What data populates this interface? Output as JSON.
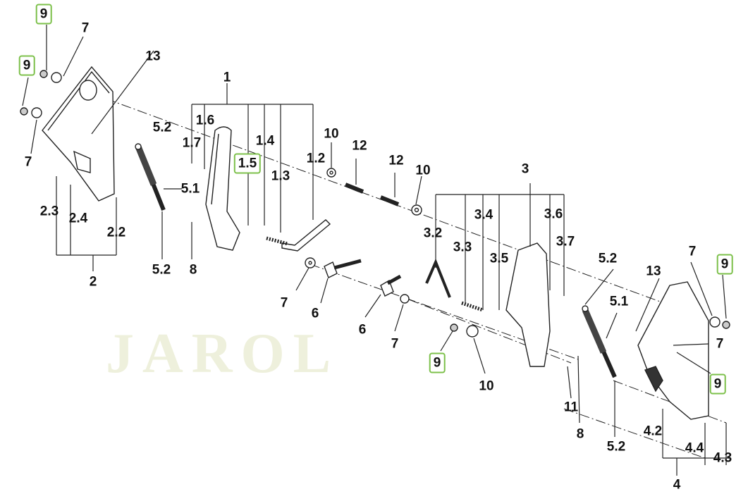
{
  "diagram": {
    "watermark": "JAROL",
    "accent_color": "#7cc04a",
    "labels": [
      {
        "text": "9",
        "boxed": true
      },
      {
        "text": "7",
        "boxed": false
      },
      {
        "text": "9",
        "boxed": true
      },
      {
        "text": "7",
        "boxed": false
      },
      {
        "text": "13",
        "boxed": false
      },
      {
        "text": "1",
        "boxed": false
      },
      {
        "text": "1.6",
        "boxed": false
      },
      {
        "text": "1.7",
        "boxed": false
      },
      {
        "text": "5.2",
        "boxed": false
      },
      {
        "text": "1.4",
        "boxed": false
      },
      {
        "text": "1.5",
        "boxed": true
      },
      {
        "text": "1.3",
        "boxed": false
      },
      {
        "text": "1.2",
        "boxed": false
      },
      {
        "text": "10",
        "boxed": false
      },
      {
        "text": "12",
        "boxed": false
      },
      {
        "text": "12",
        "boxed": false
      },
      {
        "text": "10",
        "boxed": false
      },
      {
        "text": "3",
        "boxed": false
      },
      {
        "text": "2.3",
        "boxed": false
      },
      {
        "text": "2.4",
        "boxed": false
      },
      {
        "text": "2.2",
        "boxed": false
      },
      {
        "text": "2",
        "boxed": false
      },
      {
        "text": "5.1",
        "boxed": false
      },
      {
        "text": "5.2",
        "boxed": false
      },
      {
        "text": "8",
        "boxed": false
      },
      {
        "text": "7",
        "boxed": false
      },
      {
        "text": "6",
        "boxed": false
      },
      {
        "text": "6",
        "boxed": false
      },
      {
        "text": "7",
        "boxed": false
      },
      {
        "text": "3.2",
        "boxed": false
      },
      {
        "text": "3.4",
        "boxed": false
      },
      {
        "text": "3.3",
        "boxed": false
      },
      {
        "text": "3.5",
        "boxed": false
      },
      {
        "text": "3.6",
        "boxed": false
      },
      {
        "text": "3.7",
        "boxed": false
      },
      {
        "text": "5.2",
        "boxed": false
      },
      {
        "text": "5.1",
        "boxed": false
      },
      {
        "text": "7",
        "boxed": false
      },
      {
        "text": "9",
        "boxed": true
      },
      {
        "text": "13",
        "boxed": false
      },
      {
        "text": "7",
        "boxed": false
      },
      {
        "text": "9",
        "boxed": true
      },
      {
        "text": "9",
        "boxed": true
      },
      {
        "text": "10",
        "boxed": false
      },
      {
        "text": "11",
        "boxed": false
      },
      {
        "text": "8",
        "boxed": false
      },
      {
        "text": "5.2",
        "boxed": false
      },
      {
        "text": "4.2",
        "boxed": false
      },
      {
        "text": "4.4",
        "boxed": false
      },
      {
        "text": "4.3",
        "boxed": false
      },
      {
        "text": "4",
        "boxed": false
      }
    ]
  }
}
